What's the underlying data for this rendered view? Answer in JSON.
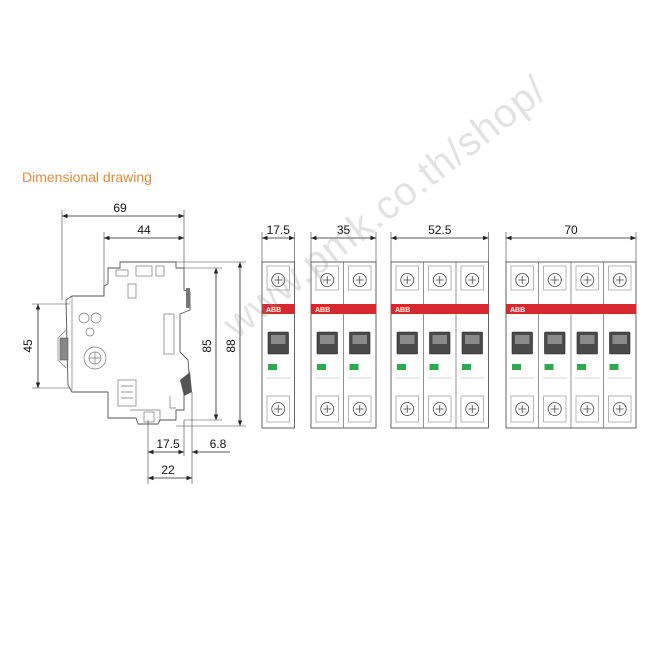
{
  "title": "Dimensional drawing",
  "side_view": {
    "dims": {
      "width_total": "69",
      "width_front": "44",
      "height_45": "45",
      "height_85": "85",
      "height_88": "88",
      "bottom_17_5": "17.5",
      "bottom_6_8": "6.8",
      "bottom_22": "22"
    }
  },
  "front_views": [
    {
      "poles": 1,
      "width": "17.5"
    },
    {
      "poles": 2,
      "width": "35"
    },
    {
      "poles": 3,
      "width": "52.5"
    },
    {
      "poles": 4,
      "width": "70"
    }
  ],
  "brand": "ABB",
  "watermark": "www.pmk.co.th/shop/",
  "colors": {
    "title": "#e8893a",
    "band": "#d7282f",
    "indicator": "#2fa84f",
    "toggle": "#4a4a4a"
  }
}
